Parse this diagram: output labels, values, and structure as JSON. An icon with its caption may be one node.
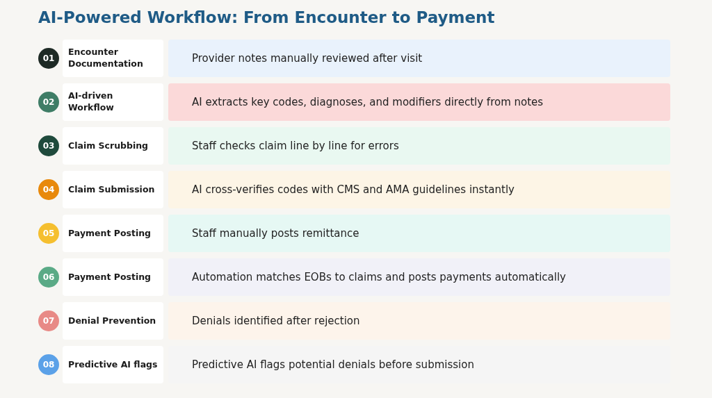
{
  "diagram": {
    "title": "AI-Powered Workflow: From Encounter to Payment",
    "nodes": [
      {
        "text": [
          "01"
        ]
      },
      {
        "text": [
          "Encounter Documentation"
        ]
      },
      {
        "text": [
          "Provider notes manually reviewed after visit"
        ]
      },
      {
        "text": [
          "02"
        ]
      },
      {
        "text": [
          "AI-driven Workflow"
        ]
      },
      {
        "text": [
          "AI extracts key codes, diagnoses, and modifiers directly from notes"
        ]
      },
      {
        "text": [
          "03"
        ]
      },
      {
        "text": [
          "Claim Scrubbing"
        ]
      },
      {
        "text": [
          "Staff checks claim line by line for errors"
        ]
      },
      {
        "text": [
          "04"
        ]
      },
      {
        "text": [
          "Claim Submission"
        ]
      },
      {
        "text": [
          "AI cross-verifies codes with CMS and AMA guidelines instantly"
        ]
      },
      {
        "text": [
          "05"
        ]
      },
      {
        "text": [
          "Payment Posting"
        ]
      },
      {
        "text": [
          "Staff manually posts remittance"
        ]
      },
      {
        "text": [
          "06"
        ]
      },
      {
        "text": [
          "Payment Posting"
        ]
      },
      {
        "text": [
          "Automation matches EOBs to claims and posts payments automatically"
        ]
      },
      {
        "text": [
          "07"
        ]
      },
      {
        "text": [
          "Denial Prevention"
        ]
      },
      {
        "text": [
          "Denials identified after rejection"
        ]
      },
      {
        "text": [
          "08"
        ]
      },
      {
        "text": [
          "Predictive AI flags"
        ]
      },
      {
        "text": [
          "Predictive AI flags potential denials before submission"
        ]
      }
    ],
    "edges": []
  }
}
